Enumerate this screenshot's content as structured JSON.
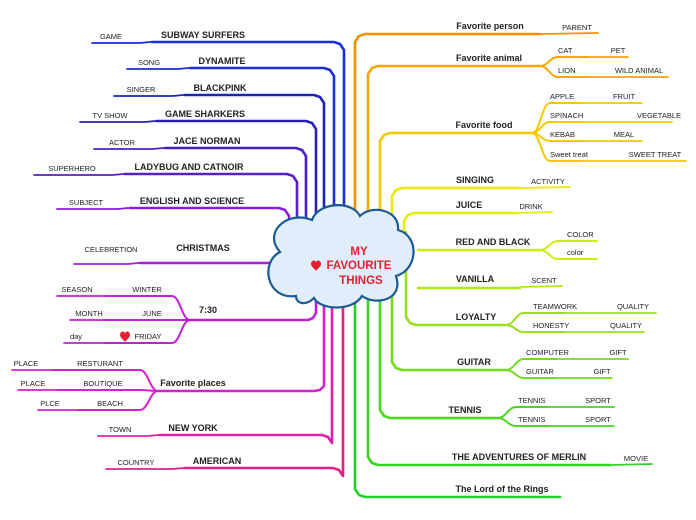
{
  "center": {
    "line1": "MY",
    "line2": "FAVOURITE",
    "line3": "THINGS",
    "fill_color": "#dfeefa",
    "stroke_color": "#1c5a92",
    "text_color": "#e4202f",
    "heart_icon": "heart-icon"
  },
  "left_branches": [
    {
      "label": "SUBWAY SURFERS",
      "color": "#1a2fd6",
      "children": [
        {
          "label": "GAME"
        }
      ]
    },
    {
      "label": "DYNAMITE",
      "color": "#1a2fd6",
      "children": [
        {
          "label": "SONG"
        }
      ]
    },
    {
      "label": "BLACKPINK",
      "color": "#1f22b8",
      "children": [
        {
          "label": "SINGER"
        }
      ]
    },
    {
      "label": "GAME SHARKERS",
      "color": "#2a1fb0",
      "children": [
        {
          "label": "TV SHOW"
        }
      ]
    },
    {
      "label": "JACE NORMAN",
      "color": "#4a1fc0",
      "children": [
        {
          "label": "ACTOR"
        }
      ]
    },
    {
      "label": "LADYBUG AND CATNOIR",
      "color": "#5a1ec8",
      "children": [
        {
          "label": "SUPERHERO"
        }
      ]
    },
    {
      "label": "ENGLISH AND SCIENCE",
      "color": "#8a1ee0",
      "children": [
        {
          "label": "SUBJECT"
        }
      ]
    },
    {
      "label": "CHRISTMAS",
      "color": "#a41ee0",
      "children": [
        {
          "label": "CELEBRETION"
        }
      ]
    },
    {
      "label": "7:30",
      "color": "#c01fd6",
      "children": [
        {
          "label": "WINTER",
          "child": "SEASON"
        },
        {
          "label": "JUNE",
          "child": "MONTH"
        },
        {
          "label": "FRIDAY",
          "child": "day"
        }
      ]
    },
    {
      "label": "Favorite places",
      "color": "#d81fd0",
      "children": [
        {
          "label": "RESTURANT",
          "child": "PLACE"
        },
        {
          "label": "BOUTIQUE",
          "child": "PLACE"
        },
        {
          "label": "BEACH",
          "child": "PLCE"
        }
      ]
    },
    {
      "label": "NEW YORK",
      "color": "#e01fa8",
      "children": [
        {
          "label": "TOWN"
        }
      ]
    },
    {
      "label": "AMERICAN",
      "color": "#e41f8a",
      "children": [
        {
          "label": "COUNTRY"
        }
      ]
    }
  ],
  "right_branches": [
    {
      "label": "Favorite person",
      "color": "#f29100",
      "children": [
        {
          "label": "PARENT"
        }
      ]
    },
    {
      "label": "Favorite animal",
      "color": "#f5a800",
      "children": [
        {
          "label": "CAT",
          "child": "PET"
        },
        {
          "label": "LION",
          "child": "WILD ANIMAL"
        }
      ]
    },
    {
      "label": "Favorite food",
      "color": "#f5c800",
      "children": [
        {
          "label": "APPLE",
          "child": "FRUIT"
        },
        {
          "label": "SPINACH",
          "child": "VEGETABLE"
        },
        {
          "label": "KEBAB",
          "child": "MEAL"
        },
        {
          "label": "Sweet treat",
          "child": "SWEET TREAT"
        }
      ]
    },
    {
      "label": "SINGING",
      "color": "#eee80c",
      "children": [
        {
          "label": "ACTIVITY"
        }
      ]
    },
    {
      "label": "JUICE",
      "color": "#e2ee0c",
      "children": [
        {
          "label": "DRINK"
        }
      ]
    },
    {
      "label": "RED AND BLACK",
      "color": "#cdee14",
      "children": [
        {
          "label": "COLOR"
        },
        {
          "label": "color"
        }
      ]
    },
    {
      "label": "VANILLA",
      "color": "#b2e618",
      "children": [
        {
          "label": "SCENT"
        }
      ]
    },
    {
      "label": "LOYALTY",
      "color": "#98e01a",
      "children": [
        {
          "label": "TEAMWORK",
          "child": "QUALITY"
        },
        {
          "label": "HONESTY",
          "child": "QUALITY"
        }
      ]
    },
    {
      "label": "GUITAR",
      "color": "#72dc1c",
      "children": [
        {
          "label": "COMPUTER",
          "child": "GIFT"
        },
        {
          "label": "GUITAR",
          "child": "GIFT"
        }
      ]
    },
    {
      "label": "TENNIS",
      "color": "#48d81e",
      "children": [
        {
          "label": "TENNIS",
          "child": "SPORT"
        },
        {
          "label": "TENNIS",
          "child": "SPORT"
        }
      ]
    },
    {
      "label": "THE ADVENTURES OF MERLIN",
      "color": "#34d424",
      "children": [
        {
          "label": "MOVIE"
        }
      ]
    },
    {
      "label": "The Lord of the Rings",
      "color": "#22d02a",
      "children": []
    }
  ]
}
